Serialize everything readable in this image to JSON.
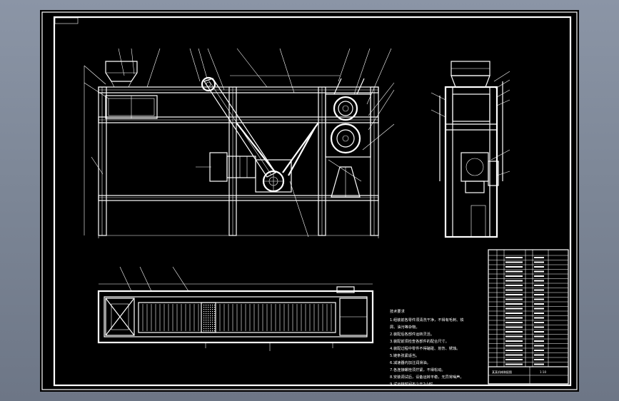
{
  "drawing": {
    "background": "#000000",
    "line_color": "#ffffff",
    "frame_color": "#8b95a6"
  },
  "notes": {
    "title": "技术要求",
    "lines": [
      "1.组装前各零件须清洗干净，不得有毛刺、铁",
      "屑、油污等杂物。",
      "2.装配后各部件运转灵活。",
      "3.装配前须检查各部件的配合尺寸。",
      "4.装配过程中零件不得磕碰、划伤、锈蚀。",
      "5.链条张紧适当。",
      "6.减速器内加注润滑油。",
      "7.各连接螺栓须拧紧，不得松动。",
      "8.安装调试后，设备运转平稳，无异常噪声。",
      "9.试运转时间不少于2小时。"
    ]
  },
  "title_block": {
    "name": "某某机械装配图",
    "scale": "1:10"
  }
}
